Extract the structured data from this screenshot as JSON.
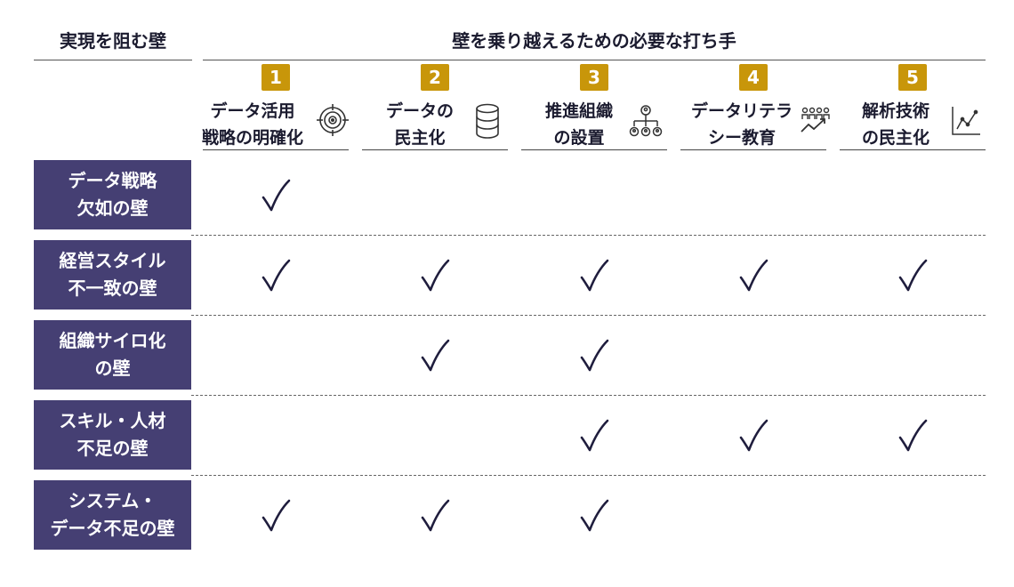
{
  "header": {
    "left_title": "実現を阻む壁",
    "main_title": "壁を乗り越えるための必要な打ち手"
  },
  "columns": [
    {
      "number": "1",
      "line1": "データ活用",
      "line2": "戦略の明確化",
      "icon": "target-icon"
    },
    {
      "number": "2",
      "line1": "データの",
      "line2": "民主化",
      "icon": "database-icon"
    },
    {
      "number": "3",
      "line1": "推進組織",
      "line2": "の設置",
      "icon": "org-chart-icon"
    },
    {
      "number": "4",
      "line1": "データリテラ",
      "line2": "シー教育",
      "icon": "people-growth-icon"
    },
    {
      "number": "5",
      "line1": "解析技術",
      "line2": "の民主化",
      "icon": "line-chart-icon"
    }
  ],
  "rows": [
    {
      "line1": "データ戦略",
      "line2": "欠如の壁",
      "checks": [
        true,
        false,
        false,
        false,
        false
      ]
    },
    {
      "line1": "経営スタイル",
      "line2": "不一致の壁",
      "checks": [
        true,
        true,
        true,
        true,
        true
      ]
    },
    {
      "line1": "組織サイロ化",
      "line2": "の壁",
      "checks": [
        false,
        true,
        true,
        false,
        false
      ]
    },
    {
      "line1": "スキル・人材",
      "line2": "不足の壁",
      "checks": [
        false,
        false,
        true,
        true,
        true
      ]
    },
    {
      "line1": "システム・",
      "line2": "データ不足の壁",
      "checks": [
        true,
        true,
        true,
        false,
        false
      ]
    }
  ],
  "colors": {
    "badge": "#c8960a",
    "row_label_bg": "#453f73",
    "check": "#1f1d3d"
  },
  "check_icon": "check-mark-icon"
}
